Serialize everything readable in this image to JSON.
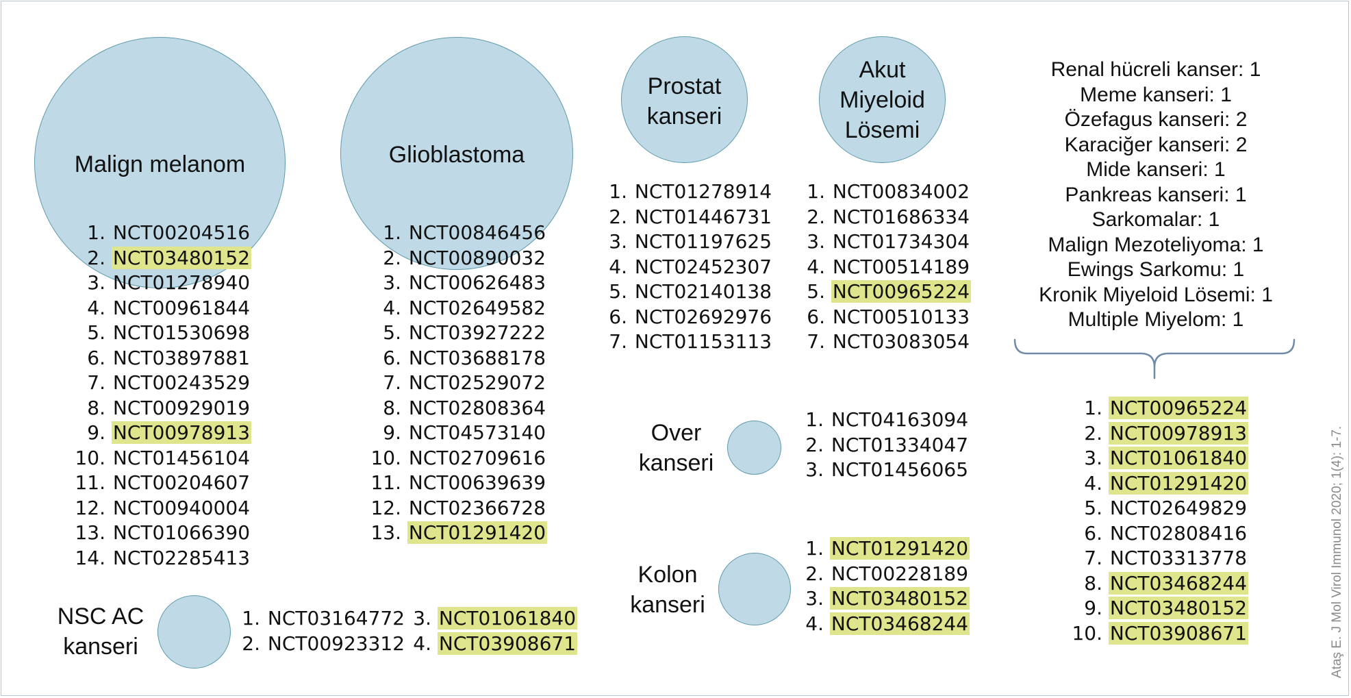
{
  "groups": {
    "melanom": {
      "label": [
        "Malign melanom"
      ],
      "trials": [
        {
          "n": "1.",
          "id": "NCT00204516",
          "hl": false
        },
        {
          "n": "2.",
          "id": "NCT03480152",
          "hl": true
        },
        {
          "n": "3.",
          "id": "NCT01278940",
          "hl": false
        },
        {
          "n": "4.",
          "id": "NCT00961844",
          "hl": false
        },
        {
          "n": "5.",
          "id": "NCT01530698",
          "hl": false
        },
        {
          "n": "6.",
          "id": "NCT03897881",
          "hl": false
        },
        {
          "n": "7.",
          "id": "NCT00243529",
          "hl": false
        },
        {
          "n": "8.",
          "id": "NCT00929019",
          "hl": false
        },
        {
          "n": "9.",
          "id": "NCT00978913",
          "hl": true
        },
        {
          "n": "10.",
          "id": "NCT01456104",
          "hl": false
        },
        {
          "n": "11.",
          "id": "NCT00204607",
          "hl": false
        },
        {
          "n": "12.",
          "id": "NCT00940004",
          "hl": false
        },
        {
          "n": "13.",
          "id": "NCT01066390",
          "hl": false
        },
        {
          "n": "14.",
          "id": "NCT02285413",
          "hl": false
        }
      ]
    },
    "glioblastoma": {
      "label": [
        "Glioblastoma"
      ],
      "trials": [
        {
          "n": "1.",
          "id": "NCT00846456",
          "hl": false
        },
        {
          "n": "2.",
          "id": "NCT00890032",
          "hl": false
        },
        {
          "n": "3.",
          "id": "NCT00626483",
          "hl": false
        },
        {
          "n": "4.",
          "id": "NCT02649582",
          "hl": false
        },
        {
          "n": "5.",
          "id": "NCT03927222",
          "hl": false
        },
        {
          "n": "6.",
          "id": "NCT03688178",
          "hl": false
        },
        {
          "n": "7.",
          "id": "NCT02529072",
          "hl": false
        },
        {
          "n": "8.",
          "id": "NCT02808364",
          "hl": false
        },
        {
          "n": "9.",
          "id": "NCT04573140",
          "hl": false
        },
        {
          "n": "10.",
          "id": "NCT02709616",
          "hl": false
        },
        {
          "n": "11.",
          "id": "NCT00639639",
          "hl": false
        },
        {
          "n": "12.",
          "id": "NCT02366728",
          "hl": false
        },
        {
          "n": "13.",
          "id": "NCT01291420",
          "hl": true
        }
      ]
    },
    "prostat": {
      "label": [
        "Prostat",
        "kanseri"
      ],
      "trials": [
        {
          "n": "1.",
          "id": "NCT01278914",
          "hl": false
        },
        {
          "n": "2.",
          "id": "NCT01446731",
          "hl": false
        },
        {
          "n": "3.",
          "id": "NCT01197625",
          "hl": false
        },
        {
          "n": "4.",
          "id": "NCT02452307",
          "hl": false
        },
        {
          "n": "5.",
          "id": "NCT02140138",
          "hl": false
        },
        {
          "n": "6.",
          "id": "NCT02692976",
          "hl": false
        },
        {
          "n": "7.",
          "id": "NCT01153113",
          "hl": false
        }
      ]
    },
    "aml": {
      "label": [
        "Akut",
        "Miyeloid",
        "Lösemi"
      ],
      "trials": [
        {
          "n": "1.",
          "id": "NCT00834002",
          "hl": false
        },
        {
          "n": "2.",
          "id": "NCT01686334",
          "hl": false
        },
        {
          "n": "3.",
          "id": "NCT01734304",
          "hl": false
        },
        {
          "n": "4.",
          "id": "NCT00514189",
          "hl": false
        },
        {
          "n": "5.",
          "id": "NCT00965224",
          "hl": true
        },
        {
          "n": "6.",
          "id": "NCT00510133",
          "hl": false
        },
        {
          "n": "7.",
          "id": "NCT03083054",
          "hl": false
        }
      ]
    },
    "over": {
      "label": [
        "Over",
        "kanseri"
      ],
      "trials": [
        {
          "n": "1.",
          "id": "NCT04163094",
          "hl": false
        },
        {
          "n": "2.",
          "id": "NCT01334047",
          "hl": false
        },
        {
          "n": "3.",
          "id": "NCT01456065",
          "hl": false
        }
      ]
    },
    "kolon": {
      "label": [
        "Kolon",
        "kanseri"
      ],
      "trials": [
        {
          "n": "1.",
          "id": "NCT01291420",
          "hl": true
        },
        {
          "n": "2.",
          "id": "NCT00228189",
          "hl": false
        },
        {
          "n": "3.",
          "id": "NCT03480152",
          "hl": true
        },
        {
          "n": "4.",
          "id": "NCT03468244",
          "hl": true
        }
      ]
    },
    "nsc": {
      "label": [
        "NSC AC",
        "kanseri"
      ],
      "trials_left": [
        {
          "n": "1.",
          "id": "NCT03164772",
          "hl": false
        },
        {
          "n": "2.",
          "id": "NCT00923312",
          "hl": false
        }
      ],
      "trials_right": [
        {
          "n": "3.",
          "id": "NCT01061840",
          "hl": true
        },
        {
          "n": "4.",
          "id": "NCT03908671",
          "hl": true
        }
      ]
    },
    "other": {
      "summary": [
        "Renal hücreli kanser: 1",
        "Meme kanseri: 1",
        "Özefagus kanseri: 2",
        "Karaciğer kanseri: 2",
        "Mide kanseri: 1",
        "Pankreas kanseri: 1",
        "Sarkomalar: 1",
        "Malign Mezoteliyoma: 1",
        "Ewings Sarkomu: 1",
        "Kronik Miyeloid Lösemi: 1",
        "Multiple Miyelom: 1"
      ],
      "trials": [
        {
          "n": "1.",
          "id": "NCT00965224",
          "hl": true
        },
        {
          "n": "2.",
          "id": "NCT00978913",
          "hl": true
        },
        {
          "n": "3.",
          "id": "NCT01061840",
          "hl": true
        },
        {
          "n": "4.",
          "id": "NCT01291420",
          "hl": true
        },
        {
          "n": "5.",
          "id": "NCT02649829",
          "hl": false
        },
        {
          "n": "6.",
          "id": "NCT02808416",
          "hl": false
        },
        {
          "n": "7.",
          "id": "NCT03313778",
          "hl": false
        },
        {
          "n": "8.",
          "id": "NCT03468244",
          "hl": true
        },
        {
          "n": "9.",
          "id": "NCT03480152",
          "hl": true
        },
        {
          "n": "10.",
          "id": "NCT03908671",
          "hl": true
        }
      ]
    }
  },
  "citation": "Ataş E. J Mol Virol Immunol 2020; 1(4): 1-7.",
  "colors": {
    "bubble_fill": "#bfdae6",
    "bubble_stroke": "#5f9aaa",
    "highlight": "#dfe58c",
    "brace": "#6f8ba8"
  }
}
